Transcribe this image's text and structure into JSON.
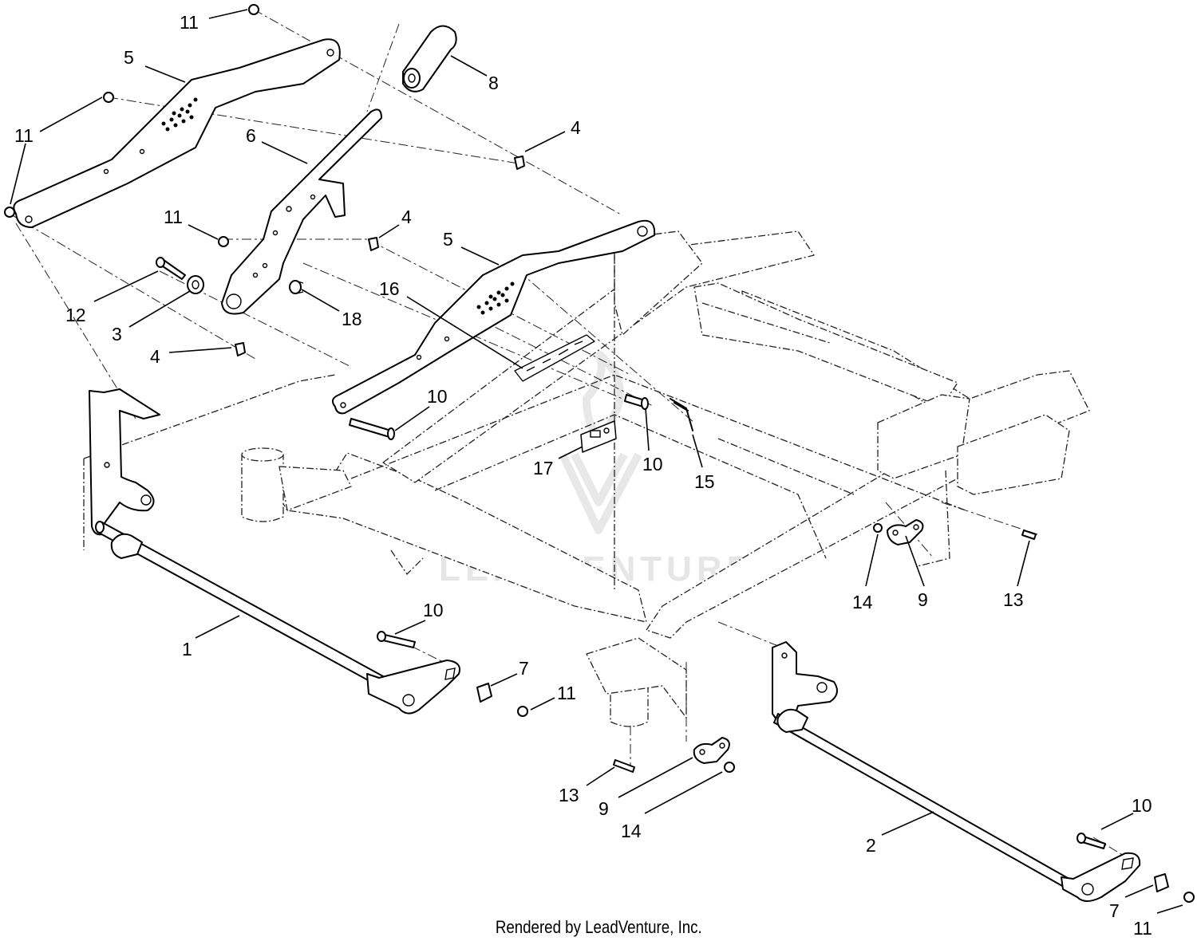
{
  "watermark": {
    "text": "LEADVENTURE",
    "color": "#e6e6e6"
  },
  "footer": {
    "credit": "Rendered by LeadVenture, Inc."
  },
  "callouts": [
    {
      "id": "c-11-a",
      "label": "11"
    },
    {
      "id": "c-5-a",
      "label": "5"
    },
    {
      "id": "c-8",
      "label": "8"
    },
    {
      "id": "c-11-b",
      "label": "11"
    },
    {
      "id": "c-6",
      "label": "6"
    },
    {
      "id": "c-4-a",
      "label": "4"
    },
    {
      "id": "c-11-c",
      "label": "11"
    },
    {
      "id": "c-4-b",
      "label": "4"
    },
    {
      "id": "c-5-b",
      "label": "5"
    },
    {
      "id": "c-12",
      "label": "12"
    },
    {
      "id": "c-3",
      "label": "3"
    },
    {
      "id": "c-18",
      "label": "18"
    },
    {
      "id": "c-16",
      "label": "16"
    },
    {
      "id": "c-4-c",
      "label": "4"
    },
    {
      "id": "c-10-a",
      "label": "10"
    },
    {
      "id": "c-17",
      "label": "17"
    },
    {
      "id": "c-10-b",
      "label": "10"
    },
    {
      "id": "c-15",
      "label": "15"
    },
    {
      "id": "c-14-a",
      "label": "14"
    },
    {
      "id": "c-9-a",
      "label": "9"
    },
    {
      "id": "c-13-a",
      "label": "13"
    },
    {
      "id": "c-1",
      "label": "1"
    },
    {
      "id": "c-10-c",
      "label": "10"
    },
    {
      "id": "c-7-a",
      "label": "7"
    },
    {
      "id": "c-11-d",
      "label": "11"
    },
    {
      "id": "c-13-b",
      "label": "13"
    },
    {
      "id": "c-9-b",
      "label": "9"
    },
    {
      "id": "c-14-b",
      "label": "14"
    },
    {
      "id": "c-2",
      "label": "2"
    },
    {
      "id": "c-10-d",
      "label": "10"
    },
    {
      "id": "c-7-b",
      "label": "7"
    },
    {
      "id": "c-11-e",
      "label": "11"
    }
  ]
}
